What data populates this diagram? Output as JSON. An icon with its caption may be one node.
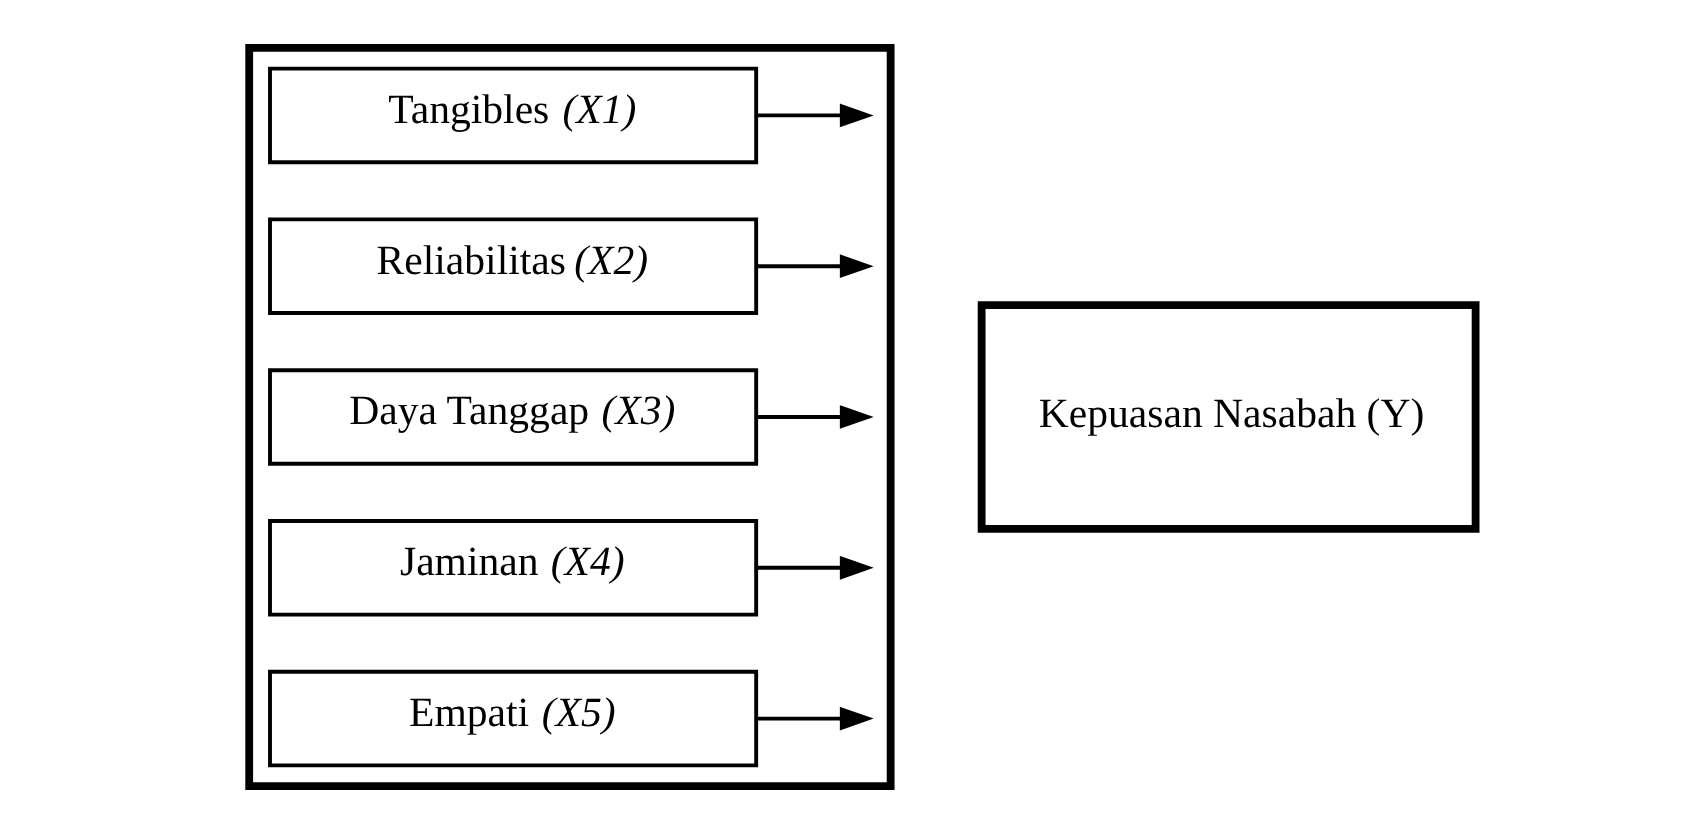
{
  "diagram": {
    "nodes": [
      {
        "text": [],
        "shape": "pentagon"
      },
      {
        "text": [
          "Tangibles *(X1)*"
        ],
        "in": 0
      },
      {
        "text": [
          "Reliabilitas *(X2)*"
        ],
        "in": 0
      },
      {
        "text": [
          "Daya Tanggap *(X3)*"
        ],
        "in": 0
      },
      {
        "text": [
          "Jaminan *(X4)*"
        ],
        "in": 0
      },
      {
        "text": [
          "Empati *(X5)*"
        ],
        "in": 0
      },
      {
        "text": [
          "Kepuasan Nasabah (Y)"
        ]
      }
    ],
    "edges": [
      {
        "from": 1,
        "to": null,
        "arrow": "to"
      },
      {
        "from": 2,
        "to": null,
        "arrow": "to"
      },
      {
        "from": 3,
        "to": null,
        "arrow": "to"
      },
      {
        "from": 4,
        "to": null,
        "arrow": "to"
      },
      {
        "from": 5,
        "to": null,
        "arrow": "to"
      }
    ]
  }
}
